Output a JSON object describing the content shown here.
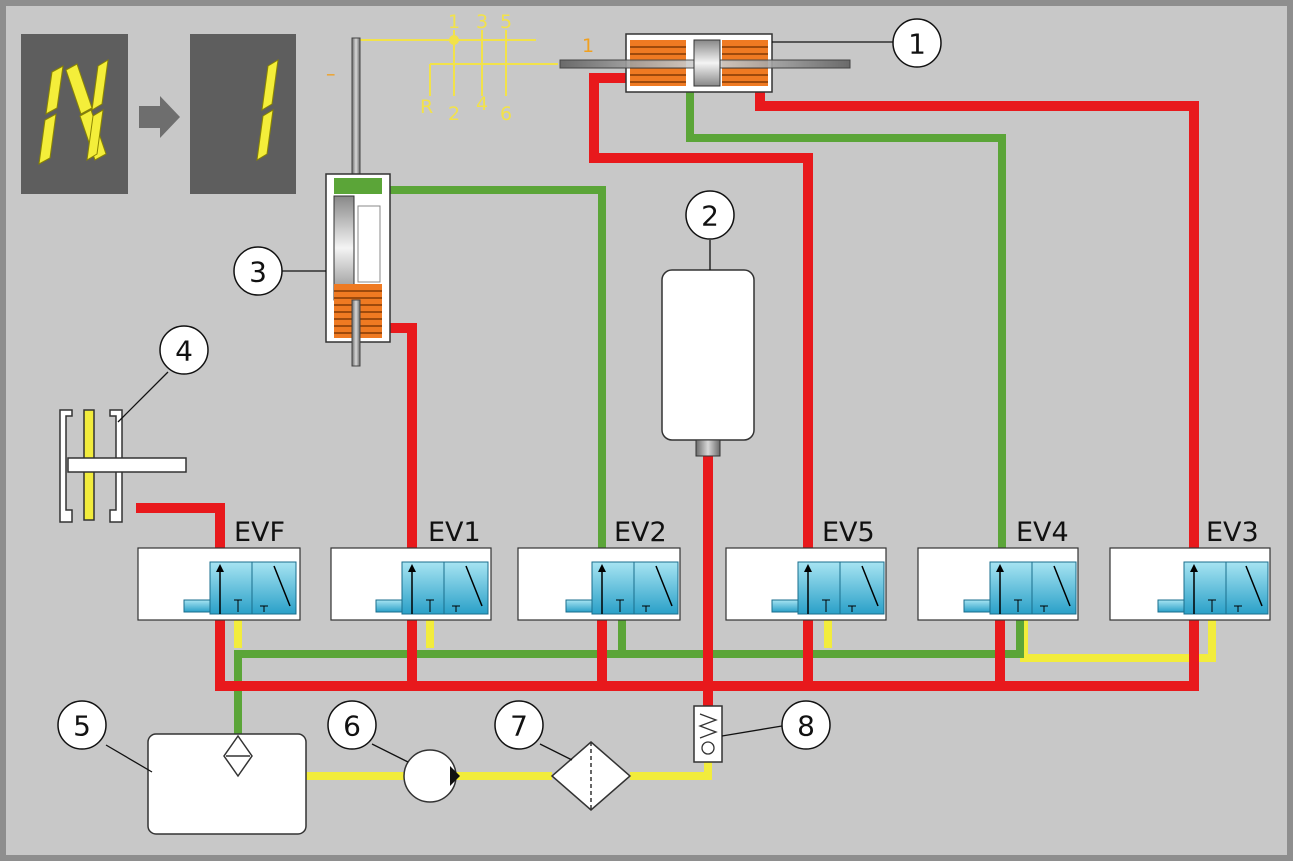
{
  "display": {
    "from_gear": "N",
    "to_gear": "1",
    "segment_color": "#f4ee3a",
    "panel_color": "#5e5e5e"
  },
  "gate": {
    "top_labels": [
      "1",
      "3",
      "5"
    ],
    "bottom_labels": [
      "R",
      "2",
      "4",
      "6"
    ],
    "select_marker": "1",
    "neutral_marker": "–"
  },
  "valves": [
    {
      "label": "EVF"
    },
    {
      "label": "EV1"
    },
    {
      "label": "EV2"
    },
    {
      "label": "EV5"
    },
    {
      "label": "EV4"
    },
    {
      "label": "EV3"
    }
  ],
  "callouts": [
    "1",
    "2",
    "3",
    "4",
    "5",
    "6",
    "7",
    "8"
  ],
  "colors": {
    "pressure_line": "#e8191c",
    "return_line": "#5ba538",
    "suction_line": "#f2ec3c",
    "cylinder_chamber": "#ef7a22",
    "valve_body": "#7fd3e8",
    "background": "#c8c8c8"
  }
}
